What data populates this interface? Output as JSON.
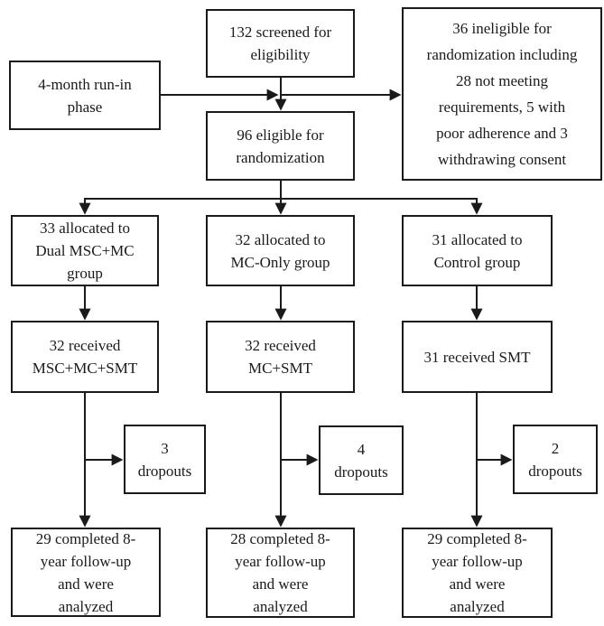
{
  "diagram": {
    "type": "flowchart",
    "colors": {
      "background": "#ffffff",
      "line": "#1a1a1a",
      "box_border": "#1a1a1a",
      "text": "#1a1a1a"
    },
    "nodes": {
      "screened": {
        "text": "132 screened for\neligibility"
      },
      "ineligible": {
        "text": "36 ineligible for\nrandomization including\n28 not meeting\nrequirements, 5 with\npoor adherence and 3\nwithdrawing consent"
      },
      "runin": {
        "text": "4-month run-in\nphase"
      },
      "eligible": {
        "text": "96 eligible for\nrandomization"
      },
      "alloc_dual": {
        "text": "33 allocated to\nDual MSC+MC\ngroup"
      },
      "alloc_mc": {
        "text": "32 allocated to\nMC-Only group"
      },
      "alloc_control": {
        "text": "31 allocated to\nControl group"
      },
      "recv_dual": {
        "text": "32 received\nMSC+MC+SMT"
      },
      "recv_mc": {
        "text": "32 received\nMC+SMT"
      },
      "recv_control": {
        "text": "31 received SMT"
      },
      "drop_dual": {
        "text": "3\ndropouts"
      },
      "drop_mc": {
        "text": "4\ndropouts"
      },
      "drop_control": {
        "text": "2\ndropouts"
      },
      "comp_dual": {
        "text": "29 completed 8-\nyear follow-up\nand were\nanalyzed"
      },
      "comp_mc": {
        "text": "28 completed 8-\nyear follow-up\nand were\nanalyzed"
      },
      "comp_control": {
        "text": "29 completed 8-\nyear follow-up\nand were\nanalyzed"
      }
    }
  }
}
